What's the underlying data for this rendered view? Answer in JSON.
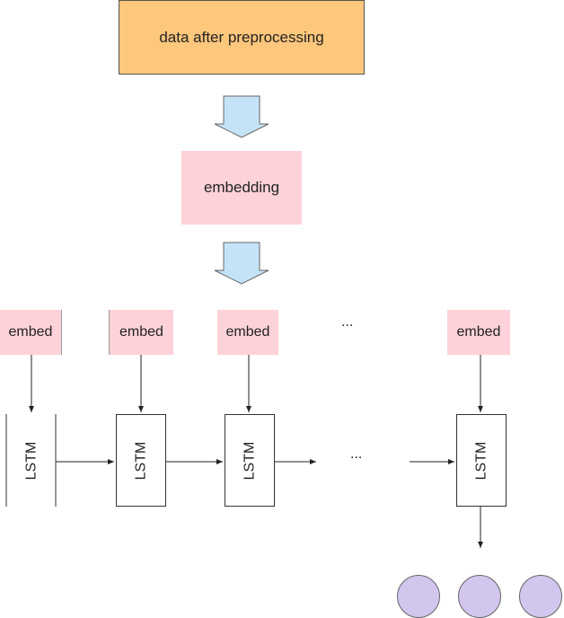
{
  "top_label": "data after preprocessing",
  "middle_label": "embedding",
  "embed_label": "embed",
  "lstm_label": "LSTM",
  "ellipsis": "...",
  "colors": {
    "top_box": "#fdc77c",
    "embed_box": "#fdd2d8",
    "arrow": "#c5e3f7",
    "output_circle": "#d2c5ee"
  }
}
